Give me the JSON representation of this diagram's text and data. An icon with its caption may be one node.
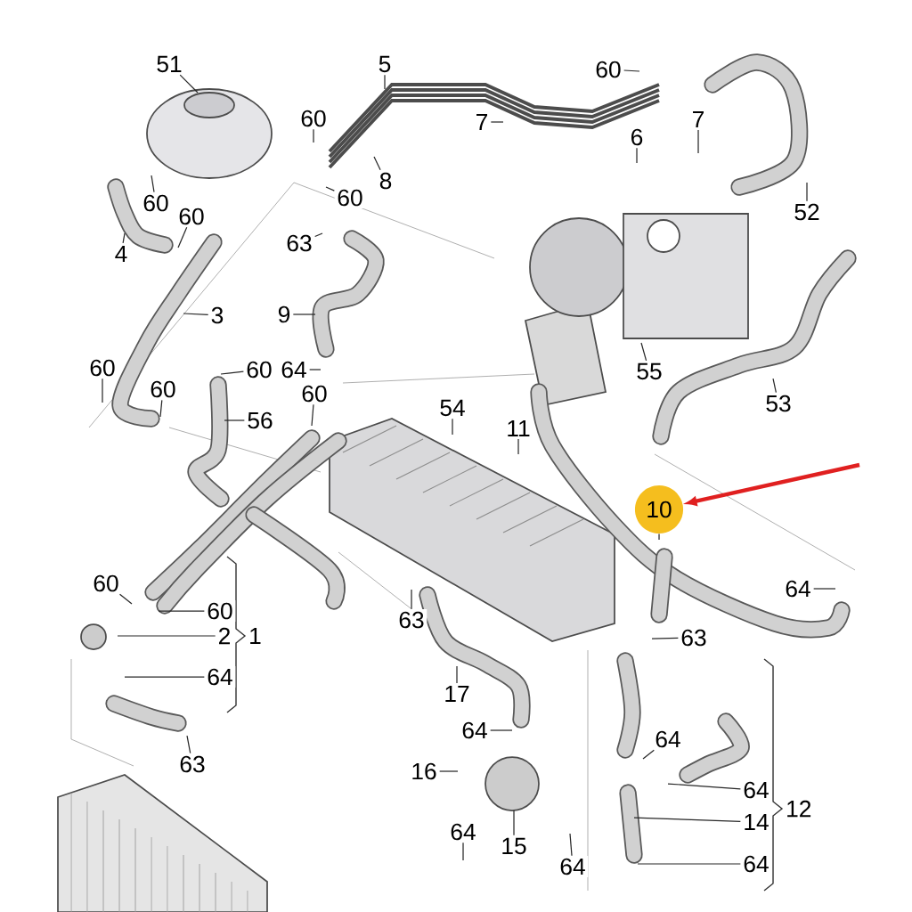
{
  "diagram": {
    "nodes": [
      {
        "text": [
          "51"
        ]
      },
      {
        "text": [
          "5"
        ]
      },
      {
        "text": [
          "60"
        ]
      },
      {
        "text": [
          "60"
        ]
      },
      {
        "text": [
          "7"
        ]
      },
      {
        "text": [
          "7"
        ]
      },
      {
        "text": [
          "6"
        ]
      },
      {
        "text": [
          "8"
        ]
      },
      {
        "text": [
          "60"
        ]
      },
      {
        "text": [
          "60"
        ]
      },
      {
        "text": [
          "60"
        ]
      },
      {
        "text": [
          "52"
        ]
      },
      {
        "text": [
          "63"
        ]
      },
      {
        "text": [
          "4"
        ]
      },
      {
        "text": [
          "3"
        ]
      },
      {
        "text": [
          "9"
        ]
      },
      {
        "text": [
          "60"
        ]
      },
      {
        "text": [
          "64"
        ]
      },
      {
        "text": [
          "60"
        ]
      },
      {
        "text": [
          "55"
        ]
      },
      {
        "text": [
          "60"
        ]
      },
      {
        "text": [
          "60"
        ]
      },
      {
        "text": [
          "53"
        ]
      },
      {
        "text": [
          "56"
        ]
      },
      {
        "text": [
          "54"
        ]
      },
      {
        "text": [
          "11"
        ]
      },
      {
        "text": [
          "10"
        ]
      },
      {
        "text": [
          "60"
        ]
      },
      {
        "text": [
          "64"
        ]
      },
      {
        "text": [
          "63"
        ]
      },
      {
        "text": [
          "60"
        ]
      },
      {
        "text": [
          "2"
        ]
      },
      {
        "text": [
          "63"
        ]
      },
      {
        "text": [
          "64"
        ]
      },
      {
        "text": [
          "17"
        ]
      },
      {
        "text": [
          "63"
        ]
      },
      {
        "text": [
          "64"
        ]
      },
      {
        "text": [
          "64"
        ]
      },
      {
        "text": [
          "16"
        ]
      },
      {
        "text": [
          "64"
        ]
      },
      {
        "text": [
          "14"
        ]
      },
      {
        "text": [
          "15"
        ]
      },
      {
        "text": [
          "64"
        ]
      },
      {
        "text": [
          "64"
        ]
      },
      {
        "text": [
          "64"
        ]
      }
    ],
    "edges": [
      {
        "from": 0,
        "to": null,
        "arrow": "none"
      },
      {
        "from": 1,
        "to": null,
        "arrow": "none"
      },
      {
        "from": 2,
        "to": null,
        "arrow": "none"
      },
      {
        "from": 3,
        "to": null,
        "arrow": "none"
      },
      {
        "from": 4,
        "to": null,
        "arrow": "none"
      },
      {
        "from": 5,
        "to": null,
        "arrow": "none"
      },
      {
        "from": 6,
        "to": null,
        "arrow": "none"
      },
      {
        "from": 7,
        "to": null,
        "arrow": "none"
      },
      {
        "from": 8,
        "to": null,
        "arrow": "none"
      },
      {
        "from": 9,
        "to": null,
        "arrow": "none"
      },
      {
        "from": 10,
        "to": null,
        "arrow": "none"
      },
      {
        "from": 11,
        "to": null,
        "arrow": "none"
      },
      {
        "from": 12,
        "to": null,
        "arrow": "none"
      },
      {
        "from": 13,
        "to": null,
        "arrow": "none"
      },
      {
        "from": 14,
        "to": null,
        "arrow": "none"
      },
      {
        "from": 15,
        "to": null,
        "arrow": "none"
      },
      {
        "from": 16,
        "to": null,
        "arrow": "none"
      },
      {
        "from": 17,
        "to": null,
        "arrow": "none"
      },
      {
        "from": 18,
        "to": null,
        "arrow": "none"
      },
      {
        "from": 19,
        "to": null,
        "arrow": "none"
      },
      {
        "from": 20,
        "to": null,
        "arrow": "none"
      },
      {
        "from": 21,
        "to": null,
        "arrow": "none"
      },
      {
        "from": 22,
        "to": null,
        "arrow": "none"
      },
      {
        "from": 23,
        "to": null,
        "arrow": "none"
      },
      {
        "from": 24,
        "to": null,
        "arrow": "none"
      },
      {
        "from": 25,
        "to": null,
        "arrow": "none"
      },
      {
        "from": 26,
        "to": null,
        "arrow": "none"
      },
      {
        "from": 27,
        "to": null,
        "arrow": "none"
      },
      {
        "from": 28,
        "to": null,
        "arrow": "none"
      },
      {
        "from": 29,
        "to": null,
        "arrow": "none"
      },
      {
        "from": 30,
        "to": null,
        "arrow": "none"
      },
      {
        "from": 31,
        "to": null,
        "arrow": "none"
      },
      {
        "from": 32,
        "to": null,
        "arrow": "none"
      },
      {
        "from": 33,
        "to": null,
        "arrow": "none"
      },
      {
        "from": 34,
        "to": null,
        "arrow": "none"
      },
      {
        "from": 35,
        "to": null,
        "arrow": "none"
      },
      {
        "from": 36,
        "to": null,
        "arrow": "none"
      },
      {
        "from": 37,
        "to": null,
        "arrow": "none"
      },
      {
        "from": 38,
        "to": null,
        "arrow": "none"
      },
      {
        "from": 39,
        "to": null,
        "arrow": "none"
      },
      {
        "from": 40,
        "to": null,
        "arrow": "none"
      },
      {
        "from": 41,
        "to": null,
        "arrow": "none"
      },
      {
        "from": 42,
        "to": null,
        "arrow": "none"
      },
      {
        "from": 43,
        "to": null,
        "arrow": "none"
      },
      {
        "from": 44,
        "to": null,
        "arrow": "none"
      },
      {
        "from": null,
        "to": 26,
        "arrow": "to",
        "style": "thick",
        "color": "#e02020"
      }
    ],
    "labels": [
      "1",
      "12"
    ]
  }
}
